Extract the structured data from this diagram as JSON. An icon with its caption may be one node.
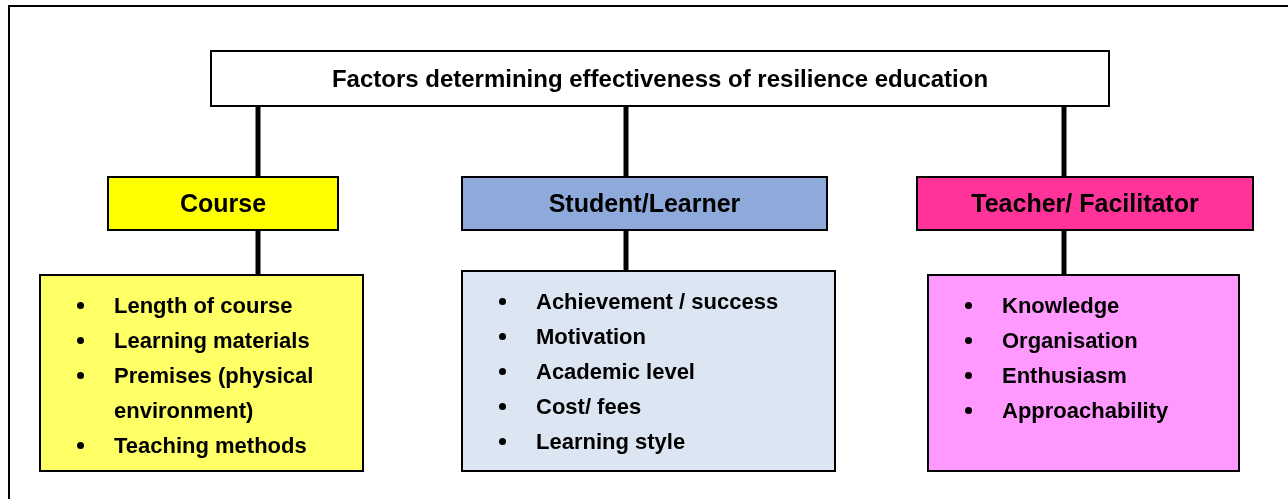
{
  "diagram": {
    "nodes": [
      {
        "text": [
          "Factors determining effectiveness of resilience education"
        ]
      },
      {
        "text": [
          "Course"
        ]
      },
      {
        "text": [
          "Student/Learner"
        ]
      },
      {
        "text": [
          "Teacher/ Facilitator"
        ]
      },
      {
        "text": [
          "Length of course",
          "Learning materials",
          "Premises (physical environment)",
          "Teaching methods"
        ]
      },
      {
        "text": [
          "Achievement / success",
          "Motivation",
          "Academic level",
          "Cost/ fees",
          "Learning style"
        ]
      },
      {
        "text": [
          "Knowledge",
          "Organisation",
          "Enthusiasm",
          "Approachability"
        ]
      }
    ],
    "edges": [
      {
        "from": 0,
        "to": 1,
        "arrow": "none"
      },
      {
        "from": 0,
        "to": 2,
        "arrow": "none"
      },
      {
        "from": 0,
        "to": 3,
        "arrow": "none"
      },
      {
        "from": 1,
        "to": 4,
        "arrow": "none"
      },
      {
        "from": 2,
        "to": 5,
        "arrow": "none"
      },
      {
        "from": 3,
        "to": 6,
        "arrow": "none"
      }
    ]
  }
}
